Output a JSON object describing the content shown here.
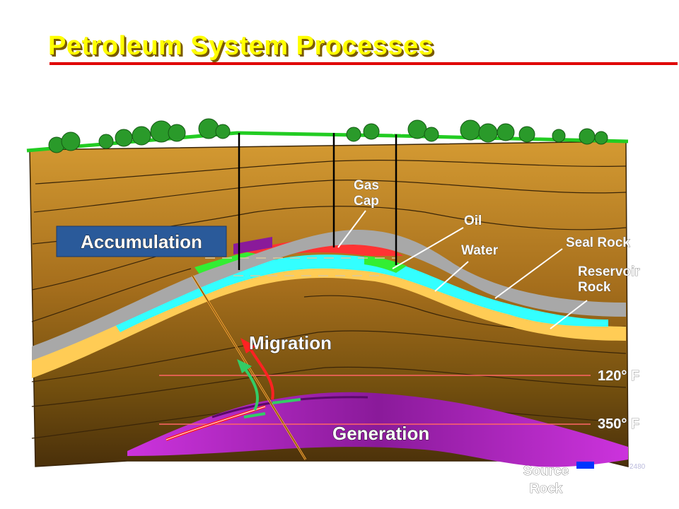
{
  "title": "Petroleum System Processes",
  "labels": {
    "accumulation": "Accumulation",
    "migration": "Migration",
    "generation": "Generation",
    "gas_cap_line1": "Gas",
    "gas_cap_line2": "Cap",
    "oil": "Oil",
    "water": "Water",
    "seal_rock": "Seal Rock",
    "reservoir_line1": "Reservoir",
    "reservoir_line2": "Rock",
    "source_line1": "Source",
    "source_line2": "Rock",
    "temp_120": "120° F",
    "temp_350": "350° F",
    "figure_number": "2480"
  },
  "colors": {
    "title": "#ffff00",
    "title_rule": "#e00000",
    "rock_light": "#c8902a",
    "rock_dark": "#5a3a0e",
    "seal": "#a8a8a8",
    "reservoir_water": "#33ffff",
    "reservoir_yellow": "#ffcc55",
    "oil": "#33ee33",
    "gas": "#ff3333",
    "source": "#cc33cc",
    "grass": "#22cc22",
    "accumulation_box": "#2a5a9a"
  },
  "icons": [
    "tree-icon",
    "derrick-icon",
    "arrow-icon"
  ]
}
